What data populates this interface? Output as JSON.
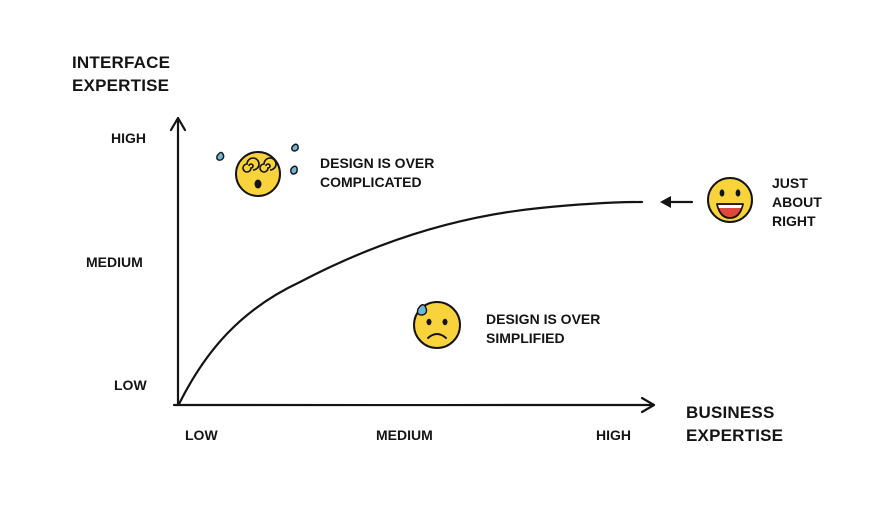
{
  "y_axis": {
    "title_line1": "INTERFACE",
    "title_line2": "EXPERTISE",
    "ticks": [
      "HIGH",
      "MEDIUM",
      "LOW"
    ]
  },
  "x_axis": {
    "title_line1": "BUSINESS",
    "title_line2": "EXPERTISE",
    "ticks": [
      "LOW",
      "MEDIUM",
      "HIGH"
    ]
  },
  "annotations": {
    "over_complicated": {
      "line1": "DESIGN IS OVER",
      "line2": "COMPLICATED",
      "icon": "dizzy-sweat-face-icon"
    },
    "over_simplified": {
      "line1": "DESIGN IS OVER",
      "line2": "SIMPLIFIED",
      "icon": "sad-sweat-face-icon"
    },
    "just_right": {
      "line1": "JUST",
      "line2": "ABOUT",
      "line3": "RIGHT",
      "icon": "grinning-face-icon"
    }
  },
  "colors": {
    "ink": "#141414",
    "emoji_yellow": "#F9D33C",
    "sweat_blue": "#6FB6DA",
    "mouth_red": "#E0483C"
  }
}
